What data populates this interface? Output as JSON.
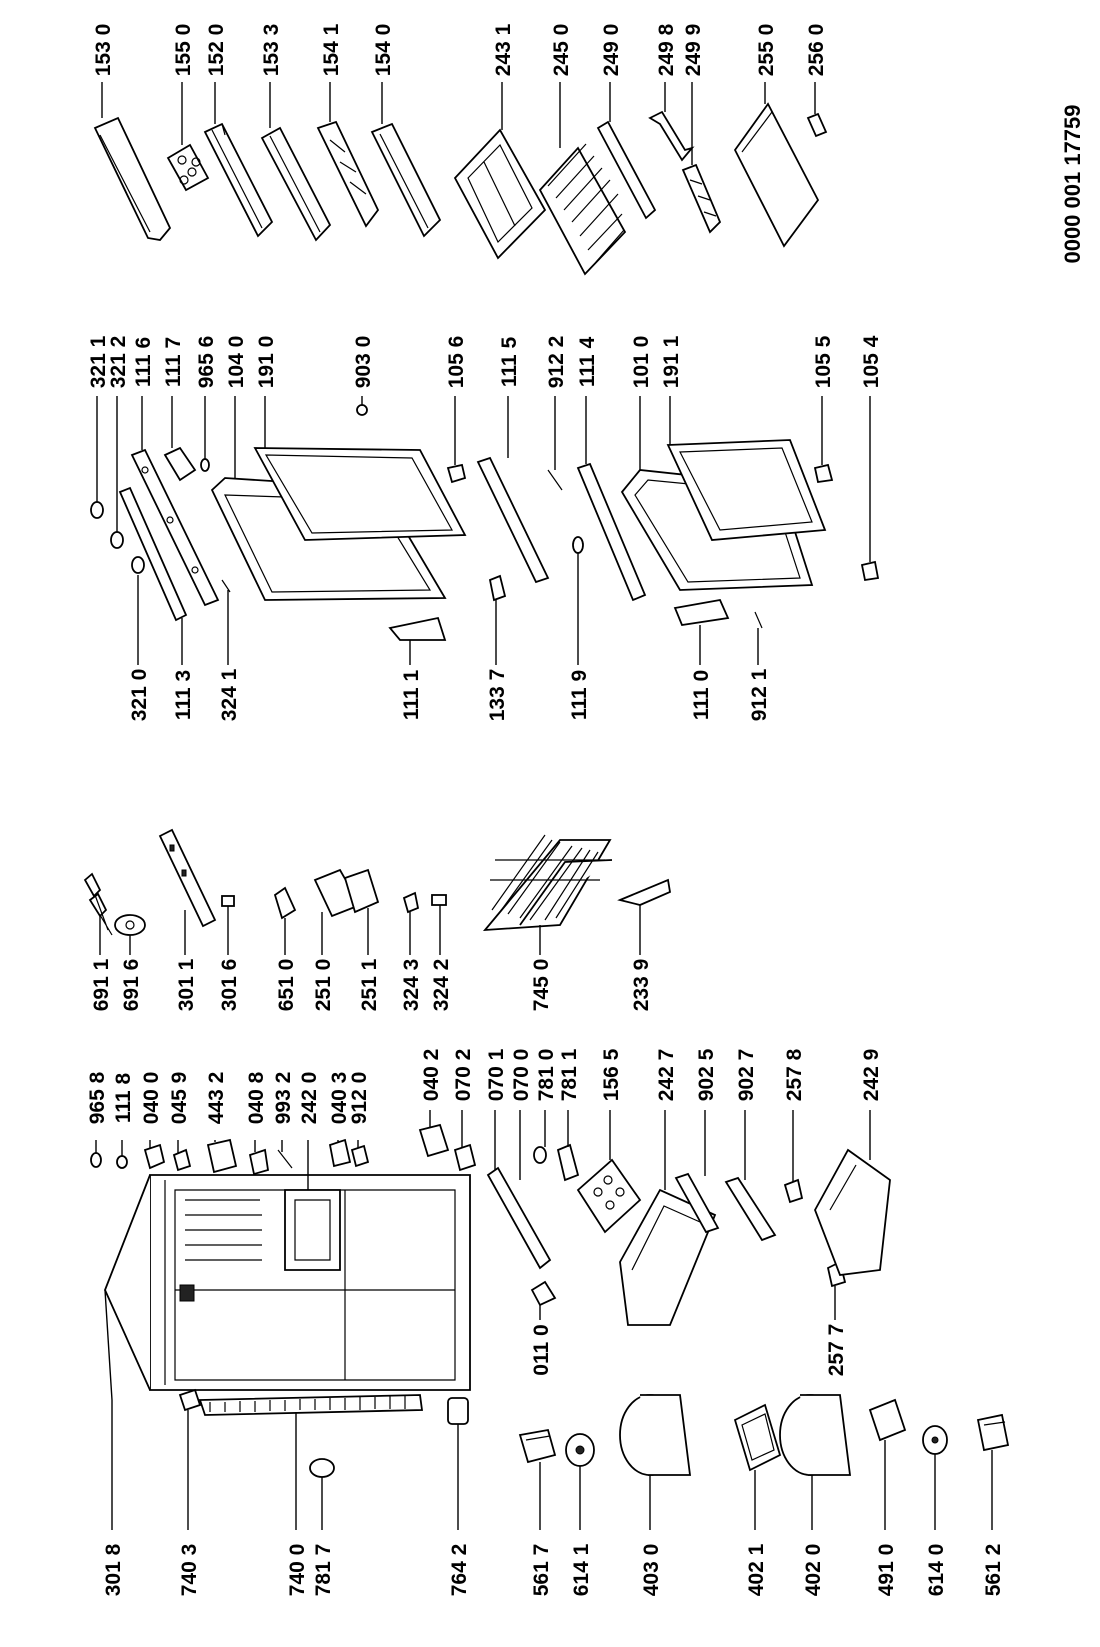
{
  "document_number": "0000 001 17759",
  "part_labels": [
    "153 0",
    "155 0",
    "152 0",
    "153 3",
    "154 1",
    "154 0",
    "243 1",
    "245 0",
    "249 0",
    "249 8",
    "249 9",
    "255 0",
    "256 0",
    "321 1",
    "321 2",
    "111 6",
    "111 7",
    "965 6",
    "104 0",
    "191 0",
    "903 0",
    "105 6",
    "111 5",
    "912 2",
    "111 4",
    "101 0",
    "191 1",
    "105 5",
    "105 4",
    "321 0",
    "111 3",
    "324 1",
    "111 1",
    "133 7",
    "111 9",
    "111 0",
    "912 1",
    "691 1",
    "691 6",
    "301 1",
    "301 6",
    "651 0",
    "251 0",
    "251 1",
    "324 3",
    "324 2",
    "745 0",
    "233 9",
    "965 8",
    "111 8",
    "040 0",
    "045 9",
    "443 2",
    "040 8",
    "993 2",
    "242 0",
    "040 3",
    "912 0",
    "040 2",
    "070 2",
    "070 1",
    "070 0",
    "781 0",
    "781 1",
    "156 5",
    "242 7",
    "902 5",
    "902 7",
    "257 8",
    "242 9",
    "011 0",
    "257 7",
    "301 8",
    "740 3",
    "740 0",
    "781 7",
    "764 2",
    "561 7",
    "614 1",
    "403 0",
    "402 1",
    "402 0",
    "491 0",
    "614 0",
    "561 2"
  ]
}
